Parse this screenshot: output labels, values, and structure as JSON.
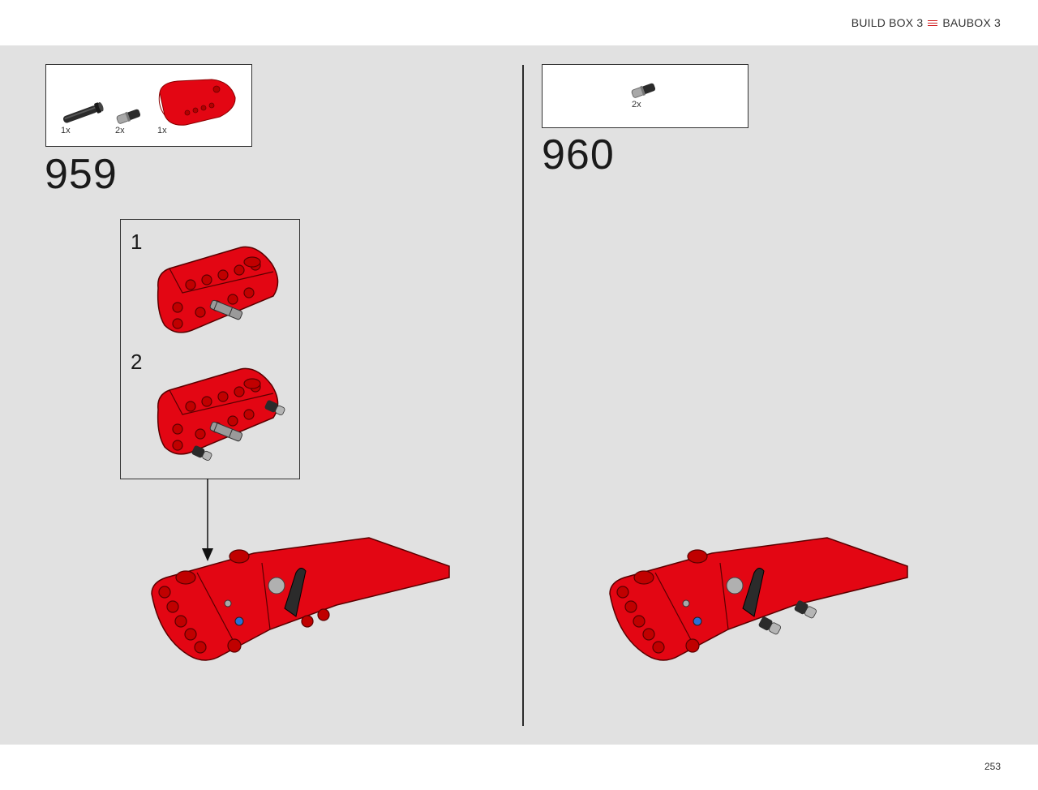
{
  "header": {
    "build_box_en": "BUILD BOX 3",
    "build_box_de": "BAUBOX 3",
    "separator_icon": "triple-line-icon",
    "accent_color": "#d01c1f"
  },
  "footer": {
    "page_number": "253"
  },
  "colors": {
    "background": "#e1e1e1",
    "brick_red": "#e30613",
    "brick_red_dark": "#8a0000",
    "pin_black": "#2b2b2b",
    "pin_gray": "#a8a8a8"
  },
  "steps": [
    {
      "number": "959",
      "parts": [
        {
          "icon": "black-axle-pin-icon",
          "qty": "1x"
        },
        {
          "icon": "gray-pin-icon",
          "qty": "2x"
        },
        {
          "icon": "red-panel-connector-icon",
          "qty": "1x"
        }
      ],
      "substeps": [
        {
          "number": "1"
        },
        {
          "number": "2"
        }
      ]
    },
    {
      "number": "960",
      "parts": [
        {
          "icon": "gray-pin-icon",
          "qty": "2x"
        }
      ]
    }
  ]
}
